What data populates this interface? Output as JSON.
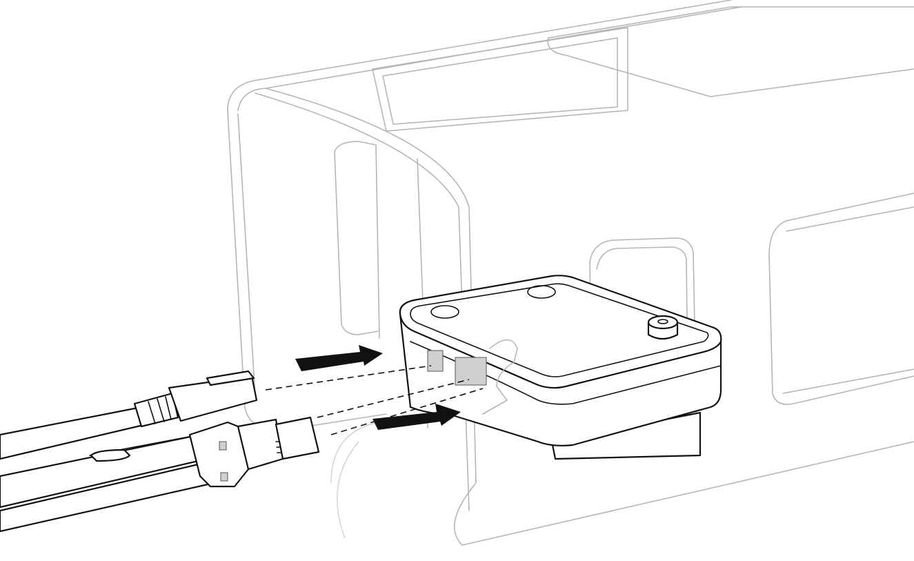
{
  "diagram": {
    "colors": {
      "line": "#111111",
      "enclosure_line": "#b5b5b5",
      "port_fill": "#cfcfcf",
      "background": "#ffffff"
    },
    "parts": [
      "enclosure",
      "network-module",
      "ethernet-cable",
      "dual-cable-connector",
      "insert-arrows",
      "alignment-dashes"
    ]
  }
}
